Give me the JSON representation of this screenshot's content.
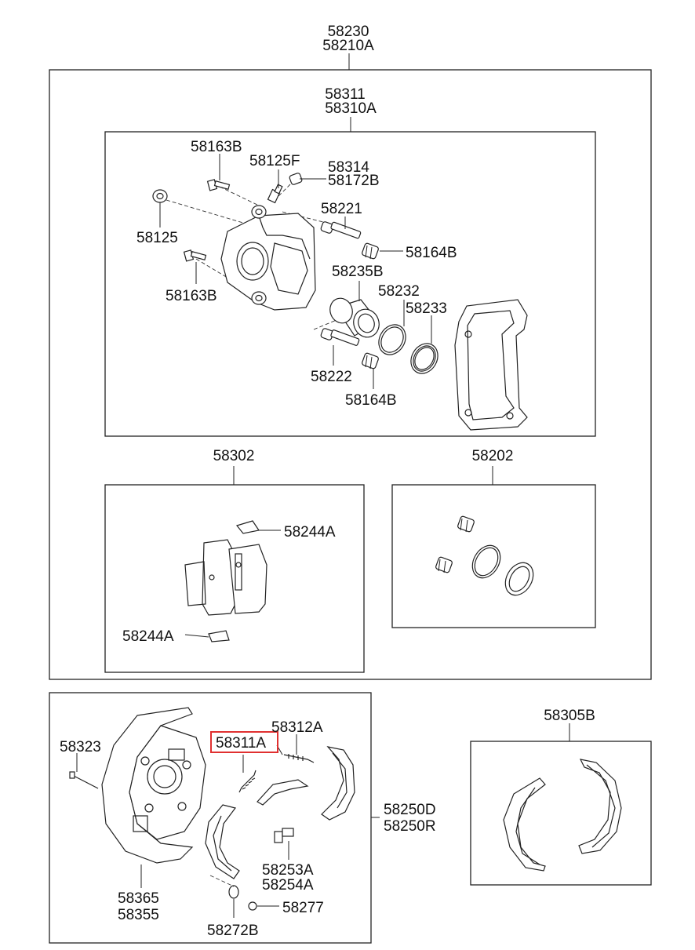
{
  "labels": {
    "assembly_a": "58230",
    "assembly_b": "58210A",
    "caliper_a": "58311",
    "caliper_b": "58310A",
    "bolt_top": "58163B",
    "bleeder": "58125F",
    "cap_a": "58314",
    "cap_b": "58172B",
    "bushing": "58125",
    "guide_pin_upper": "58221",
    "boot_upper": "58164B",
    "bolt_lower": "58163B",
    "piston": "58235B",
    "piston_seal": "58232",
    "piston_boot": "58233",
    "guide_pin_lower": "58222",
    "boot_lower": "58164B",
    "pad_kit": "58302",
    "seal_kit": "58202",
    "shim_upper": "58244A",
    "shim_lower": "58244A",
    "highlighted": "58311A",
    "spring": "58312A",
    "pin": "58323",
    "shoe_a": "58250D",
    "shoe_b": "58250R",
    "retainer_a": "58253A",
    "retainer_b": "58254A",
    "backing_a": "58365",
    "backing_b": "58355",
    "cup": "58277",
    "adjuster": "58272B",
    "shoe_kit": "58305B"
  },
  "colors": {
    "highlight": "#e03030",
    "line": "#222222"
  }
}
